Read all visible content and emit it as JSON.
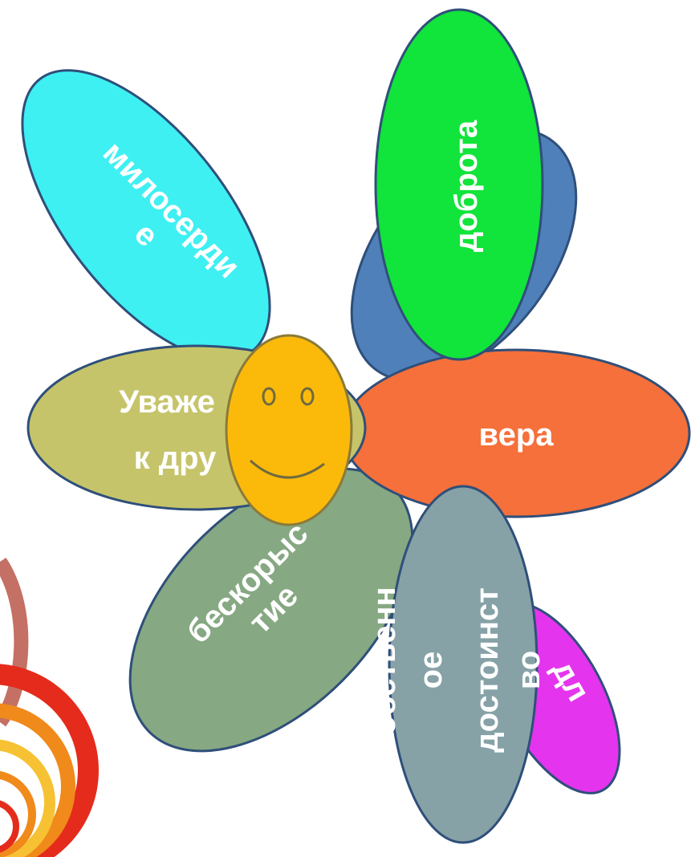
{
  "flower": {
    "petals": [
      {
        "id": "dobrota",
        "lines": [
          "доброта"
        ],
        "color": "#11e43a"
      },
      {
        "id": "miloserdie",
        "lines": [
          "милосерди",
          "е"
        ],
        "color": "#3ef0f2"
      },
      {
        "id": "uvazhenie",
        "lines": [
          "Уваже",
          "к дру"
        ],
        "color": "#c6c46a"
      },
      {
        "id": "vera",
        "lines": [
          "вера"
        ],
        "color": "#f5703a"
      },
      {
        "id": "beskorystie",
        "lines": [
          "бескорыс",
          "тие"
        ],
        "color": "#86a882"
      },
      {
        "id": "dostoinstvo",
        "lines": [
          "собственн",
          "ое",
          "достоинст",
          "во"
        ],
        "color": "#86a2a7"
      },
      {
        "id": "magenta",
        "lines": [
          "дл"
        ],
        "color": "#e434ee"
      },
      {
        "id": "blue",
        "lines": [],
        "color": "#4f80ba"
      }
    ],
    "center": {
      "color": "#fbba0a",
      "stroke": "#8a7a3a"
    }
  },
  "decor": {
    "swirl_colors": [
      "#e52b1c",
      "#f08a1a",
      "#f6c233",
      "#b0372a"
    ]
  }
}
